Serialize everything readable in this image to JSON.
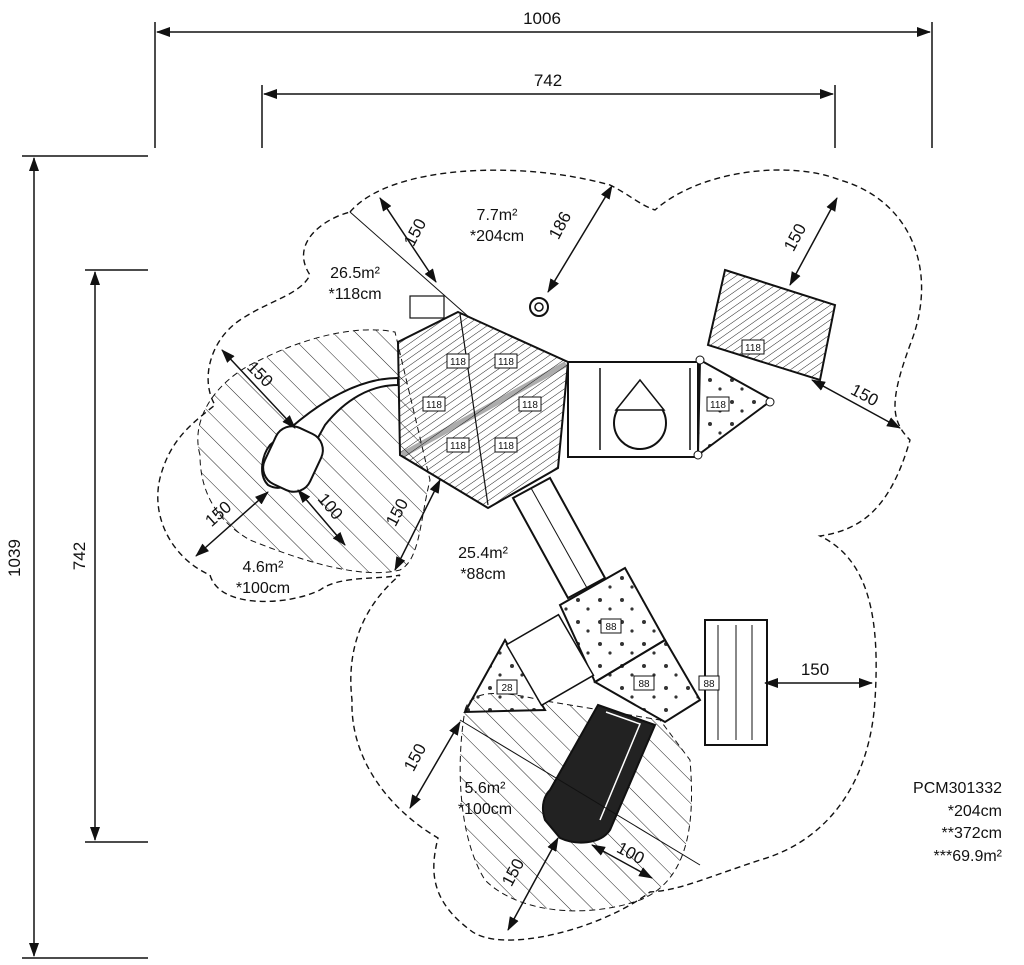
{
  "dimensions": {
    "overall_width": "1006",
    "inner_width": "742",
    "overall_height": "1039",
    "inner_height": "742"
  },
  "zones": {
    "top": {
      "area": "7.7m²",
      "height": "*204cm"
    },
    "upper_left": {
      "area": "26.5m²",
      "height": "*118cm"
    },
    "slide_left": {
      "area": "4.6m²",
      "height": "*100cm"
    },
    "center": {
      "area": "25.4m²",
      "height": "*88cm"
    },
    "slide_bottom": {
      "area": "5.6m²",
      "height": "*100cm"
    }
  },
  "clearances": {
    "top_left": "150",
    "top": "186",
    "right_top": "150",
    "right_side": "150",
    "slide_left_top": "150",
    "slide_left_bottom": "150",
    "slide_left_exit": "100",
    "center_left": "150",
    "right_lower": "150",
    "bottom_left": "150",
    "bottom_exit_side": "150",
    "bottom_exit": "100"
  },
  "platform_tags": {
    "hex_1": "118",
    "hex_2": "118",
    "hex_3": "118",
    "hex_4": "118",
    "hex_5": "118",
    "hex_6": "118",
    "right_roof": "118",
    "right_triangle": "118",
    "lower_top": "88",
    "lower_middle": "88",
    "lower_right": "88",
    "lower_left": "28"
  },
  "product": {
    "code": "PCM301332",
    "height_1": "*204cm",
    "height_2": "**372cm",
    "area": "***69.9m²"
  }
}
